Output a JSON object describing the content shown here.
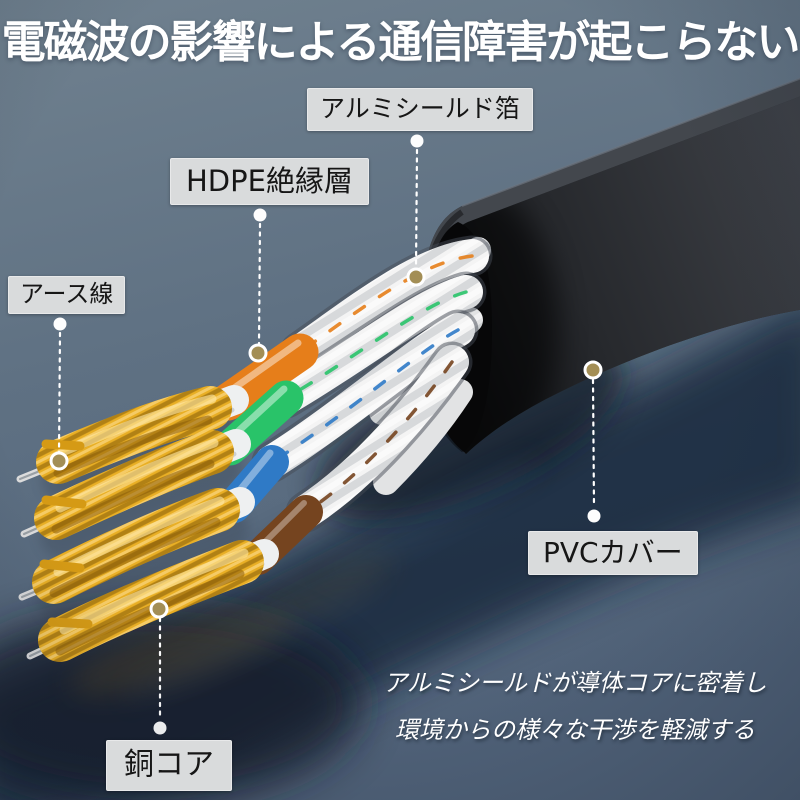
{
  "title": "電磁波の影響による通信障害が起こらない",
  "callouts": {
    "aluminum_foil": {
      "label": "アルミシールド箔"
    },
    "hdpe_insulation": {
      "label": "HDPE絶縁層"
    },
    "ground_wire": {
      "label": "アース線"
    },
    "pvc_cover": {
      "label": "PVCカバー"
    },
    "copper_core": {
      "label": "銅コア"
    }
  },
  "caption": {
    "line1": "アルミシールドが導体コアに密着し",
    "line2": "環境からの様々な干渉を軽減する"
  },
  "colors": {
    "background": "#64768a",
    "cable_shadow": "#18273a",
    "cable_jacket": "#33363b",
    "copper_gold": "#e9af25",
    "wire_orange": "#e67e1a",
    "wire_green": "#29c369",
    "wire_blue": "#2f7ac6",
    "wire_brown": "#75441f",
    "twisted_pair_white": "#f4f4f4",
    "label_background": "#d9dbdc",
    "label_text": "#161616",
    "title_color": "#ffffff",
    "leader_dot_tan": "#a38e55",
    "leader_dot_white": "#fdfdfd"
  }
}
